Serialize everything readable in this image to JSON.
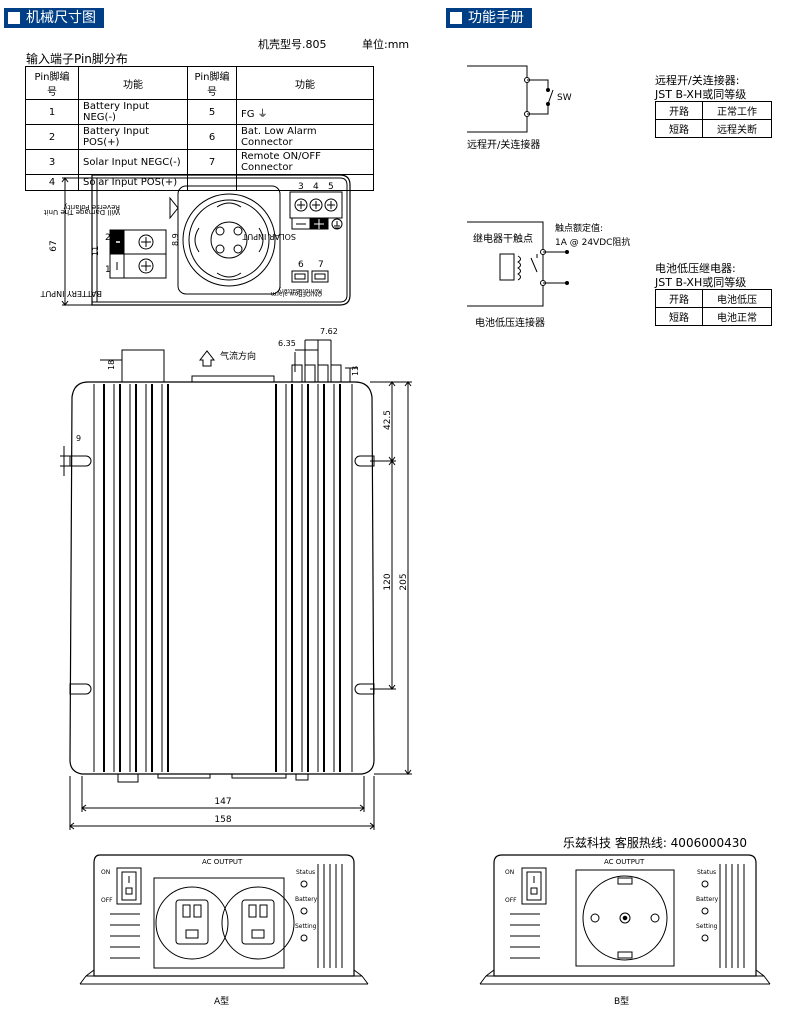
{
  "headers": {
    "mech": "机械尺寸图",
    "func": "功能手册"
  },
  "model_line": "机壳型号.805",
  "unit_line": "单位:mm",
  "pin_title": "输入端子Pin脚分布",
  "pin_table": {
    "headers": [
      "Pin脚编号",
      "功能",
      "Pin脚编号",
      "功能"
    ],
    "rows": [
      [
        "1",
        "Battery Input NEG(-)",
        "5",
        "FG ⏚"
      ],
      [
        "2",
        "Battery Input POS(+)",
        "6",
        "Bat. Low Alarm Connector"
      ],
      [
        "3",
        "Solar Input NEGC(-)",
        "7",
        "Remote ON/OFF Connector"
      ],
      [
        "4",
        "Solar Input POS(+)",
        "",
        ""
      ]
    ]
  },
  "remote_section": {
    "sw_label": "SW",
    "caption": "远程开/关连接器",
    "title1": "远程开/关连接器:",
    "title2": "JST B-XH或同等级",
    "rows": [
      [
        "开路",
        "正常工作"
      ],
      [
        "短路",
        "远程关断"
      ]
    ]
  },
  "battery_section": {
    "relay_label": "继电器干触点",
    "rating_label": "触点额定值:",
    "rating_value": "1A @ 24VDC阻抗",
    "caption": "电池低压连接器",
    "title1": "电池低压继电器:",
    "title2": "JST B-XH或同等级",
    "rows": [
      [
        "开路",
        "电池低压"
      ],
      [
        "短路",
        "电池正常"
      ]
    ]
  },
  "front_view": {
    "warning1": "Reverse Polarity",
    "warning2": "Will Damage The Unit",
    "battery_input": "BATTERY INPUT",
    "solar_input": "SOLAR INPUT",
    "remote_label1": "Remote",
    "remote_label2": "ON/OFF",
    "battery_label1": "Battery",
    "battery_label2": "low alarm",
    "terminals_top": [
      "3",
      "4",
      "5"
    ],
    "terminals_left": [
      "2",
      "1"
    ],
    "terminals_bottom": [
      "6",
      "7"
    ],
    "dim_height": "67",
    "dim_11": "11",
    "dim_89": "8.9"
  },
  "top_view": {
    "airflow": "气流方向",
    "dim_635": "6.35",
    "dim_762": "7.62",
    "dim_18": "18",
    "dim_13": "13",
    "dim_9": "9",
    "dim_425": "42.5",
    "dim_120": "120",
    "dim_205": "205",
    "dim_147": "147",
    "dim_158": "158"
  },
  "hotline": "乐兹科技 客服热线: 4006000430",
  "panel_a": {
    "ac_output": "AC OUTPUT",
    "on": "ON",
    "off": "OFF",
    "status": "Status",
    "battery": "Battery",
    "setting": "Setting",
    "label": "A型"
  },
  "panel_b": {
    "ac_output": "AC OUTPUT",
    "on": "ON",
    "off": "OFF",
    "status": "Status",
    "battery": "Battery",
    "setting": "Setting",
    "label": "B型"
  },
  "colors": {
    "header_bg": "#003f85",
    "line": "#000000"
  }
}
